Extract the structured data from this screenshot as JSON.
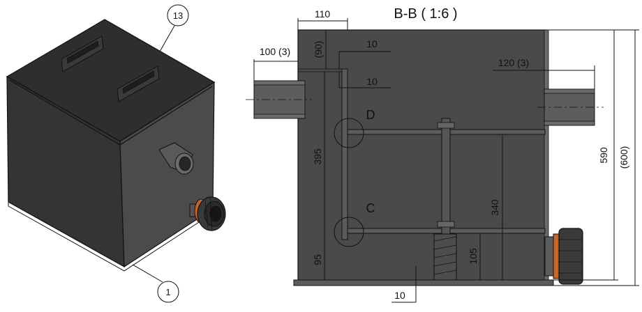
{
  "title": "B-B ( 1:6 )",
  "balloons": [
    {
      "id": "balloon-13",
      "label": "13"
    },
    {
      "id": "balloon-1",
      "label": "1"
    }
  ],
  "dimensions": {
    "top_width": "110",
    "inlet_length": "100 (3)",
    "inlet_height": "(90)",
    "wall_thickness_top": "10",
    "wall_thickness_mid": "10",
    "outlet_length": "120 (3)",
    "baffle_height": "395",
    "shelf_spacing": "340",
    "bottom_gap_left": "95",
    "bottom_gap_right": "105",
    "bottom_thickness": "10",
    "overall_height": "590",
    "overall_height_ref": "(600)"
  },
  "details": [
    {
      "id": "detail-d",
      "label": "D"
    },
    {
      "id": "detail-c",
      "label": "C"
    }
  ],
  "colors": {
    "body_front": "#353535",
    "body_side": "#4c4c4c",
    "body_top": "#2e2e2e",
    "section_fill": "#4a4a4a",
    "pipe": "#5d5d5d",
    "accent_orange": "#c8632a"
  }
}
